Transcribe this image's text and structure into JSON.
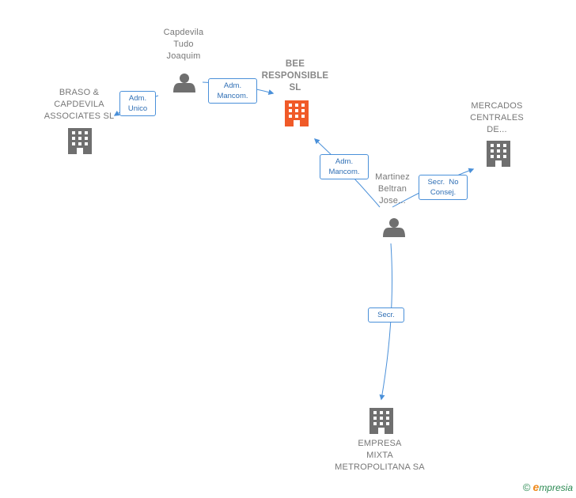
{
  "colors": {
    "edge": "#4a90d9",
    "icon_gray": "#6f6f6f",
    "icon_center": "#f05a28"
  },
  "nodes": {
    "capdevila": {
      "lines": [
        "Capdevila",
        "Tudo",
        "Joaquim"
      ],
      "icon": "person-icon"
    },
    "bee": {
      "lines": [
        "BEE",
        "RESPONSIBLE",
        "SL"
      ],
      "icon": "building-icon"
    },
    "braso": {
      "lines": [
        "BRASO &",
        "CAPDEVILA",
        "ASSOCIATES SL"
      ],
      "icon": "building-icon"
    },
    "mercados": {
      "lines": [
        "MERCADOS",
        "CENTRALES",
        "DE..."
      ],
      "icon": "building-icon"
    },
    "martinez": {
      "lines": [
        "Martinez",
        "Beltran",
        "Jose..."
      ],
      "icon": "person-icon"
    },
    "empresa": {
      "lines": [
        "EMPRESA",
        "MIXTA",
        "METROPOLITANA SA"
      ],
      "icon": "building-icon"
    }
  },
  "edges": {
    "capdevila_braso": [
      "Adm.",
      "Unico"
    ],
    "capdevila_bee": [
      "Adm.",
      "Mancom."
    ],
    "martinez_bee": [
      "Adm.",
      "Mancom."
    ],
    "martinez_mercados": [
      "Secr.  No",
      "Consej."
    ],
    "martinez_empresa": [
      "Secr."
    ]
  },
  "footer": {
    "copyright": "©",
    "brand_e": "e",
    "brand_rest": "mpresia"
  }
}
